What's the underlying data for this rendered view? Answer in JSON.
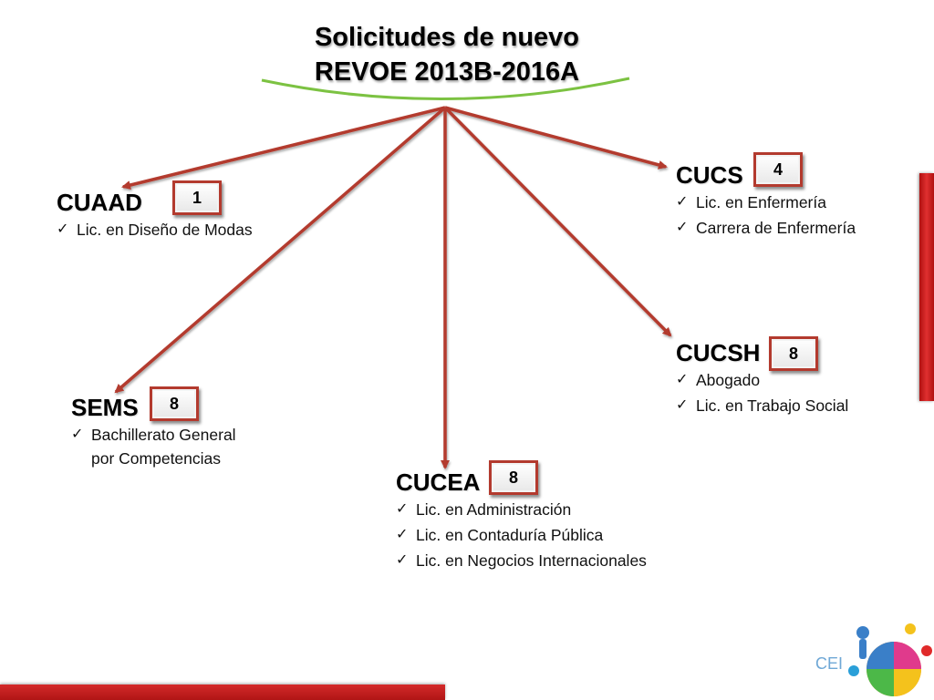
{
  "title": {
    "line1": "Solicitudes de nuevo",
    "line2": "REVOE 2013B-2016A"
  },
  "colors": {
    "arrow": "#b33a2e",
    "title_underline": "#7cc242",
    "accent_bar": "#c8201f",
    "cei_text": "#6fa8d6"
  },
  "nodes": {
    "cuaad": {
      "name": "CUAAD",
      "count": "1",
      "items": [
        "Lic. en Diseño de Modas"
      ]
    },
    "sems": {
      "name": "SEMS",
      "count": "8",
      "items": [
        "Bachillerato General",
        "por Competencias"
      ]
    },
    "cucea": {
      "name": "CUCEA",
      "count": "8",
      "items": [
        "Lic. en Administración",
        "Lic. en Contaduría Pública",
        "Lic. en Negocios Internacionales"
      ]
    },
    "cucs": {
      "name": "CUCS",
      "count": "4",
      "items": [
        "Lic. en Enfermería",
        "Carrera de Enfermería"
      ]
    },
    "cucsh": {
      "name": "CUCSH",
      "count": "8",
      "items": [
        "Abogado",
        "Lic. en Trabajo Social"
      ]
    }
  },
  "check_symbol": "✓",
  "footer": {
    "cei_label": "CEI",
    "logo_icon": "puzzle-people-logo-icon"
  }
}
